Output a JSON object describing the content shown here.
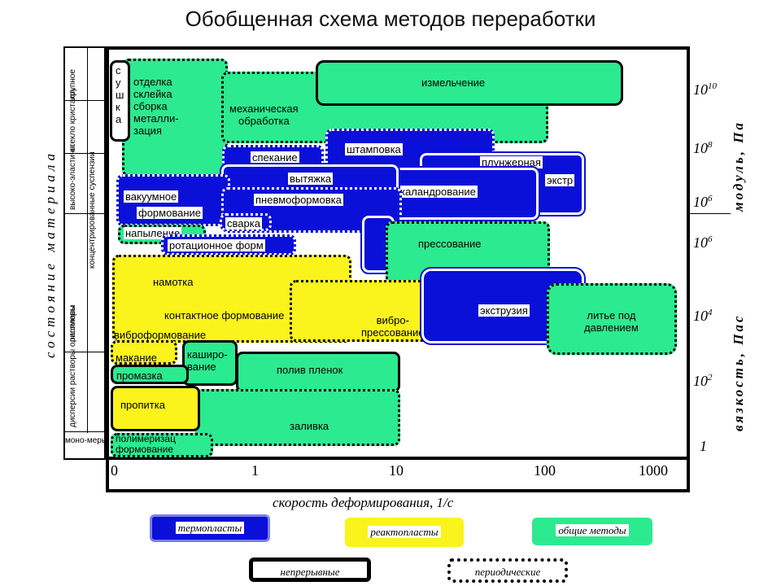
{
  "title": "Обобщенная схема методов переработки",
  "left_axis_label": "состояние материала",
  "right_axis_top_label": "модуль, Па",
  "right_axis_bottom_label": "вязкость, Пас",
  "x_axis_label": "скорость деформирования, 1/с",
  "x_ticks": [
    "0",
    "1",
    "10",
    "100",
    "1000"
  ],
  "right_ticks": [
    "10",
    "10",
    "10",
    "10",
    "10",
    "10",
    "1"
  ],
  "right_tick_exps": [
    "10",
    "8",
    "6",
    "6",
    "4",
    "2",
    ""
  ],
  "states": [
    "крупное",
    "стекло кристалл.",
    "высоко-эластичн.",
    "концентрированные суспензии",
    "расплавы",
    "дисперсии растворы олигомеры",
    "моно-меры"
  ],
  "processes": {
    "sushka": "сушка",
    "otdelka": "отделка\nсклейка\nсборка\nметалли-\nзация",
    "mekh": "механическая\nобработка",
    "izmel": "измельчение",
    "speklanie": "спекание",
    "shtampovka": "штамповка",
    "plunzher": "плунжерная",
    "ekstr": "экстр",
    "vytyazhka": "вытяжка",
    "kalandr": "каландрование",
    "vakuum": "вакуумное",
    "formovanie": "формование",
    "pnevmo": "пневмоформовка",
    "svarka": "сварка",
    "napylenie": "напыление",
    "rotac": "ротационное форм",
    "pressovanie": "прессование",
    "namotka": "намотка",
    "kontakt": "контактное формование",
    "vibro_press": "вибро-\nпрессование",
    "ekstruziya": "экструзия",
    "litye": "литье под\nдавлением",
    "vibroform": "виброформование",
    "makanie": "макание",
    "kashir": "каширо-\nвание",
    "polivplenok": "полив пленок",
    "promazka": "промазка",
    "propitka": "пропитка",
    "zalivka": "заливка",
    "polim": "полимеризац\nформование"
  },
  "legend": {
    "termoplasty": "термопласты",
    "reaktoplasty": "реактопласты",
    "obshie": "общие методы",
    "nepreryvnye": "непрерывные",
    "periodicheskie": "периодические"
  },
  "colors": {
    "thermoplast": "#0a10d8",
    "reactoplast": "#fbf31c",
    "general": "#2cea8f"
  }
}
